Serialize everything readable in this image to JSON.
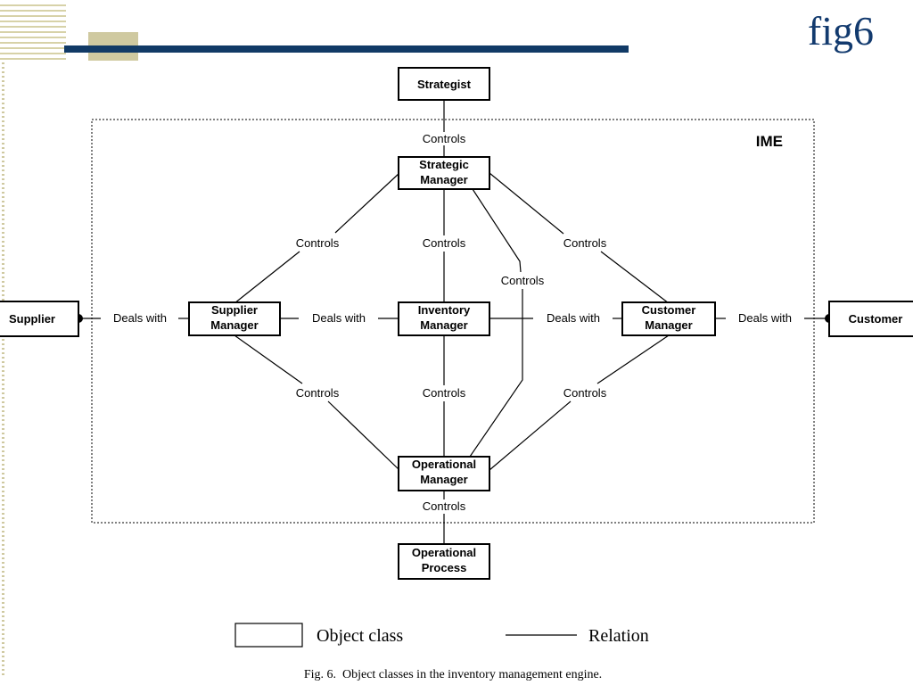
{
  "slide": {
    "title": "fig6"
  },
  "diagram": {
    "boundary_label": "IME",
    "nodes": {
      "strategist": [
        "Strategist"
      ],
      "strategic_manager": [
        "Strategic",
        "Manager"
      ],
      "supplier_manager": [
        "Supplier",
        "Manager"
      ],
      "inventory_manager": [
        "Inventory",
        "Manager"
      ],
      "customer_manager": [
        "Customer",
        "Manager"
      ],
      "operational_manager": [
        "Operational",
        "Manager"
      ],
      "operational_process": [
        "Operational",
        "Process"
      ],
      "supplier": [
        "Supplier"
      ],
      "customer": [
        "Customer"
      ]
    },
    "relations": {
      "controls": "Controls",
      "deals_with": "Deals with"
    }
  },
  "legend": {
    "object_class": "Object class",
    "relation": "Relation"
  },
  "caption": "Fig. 6.  Object classes in the inventory management engine."
}
